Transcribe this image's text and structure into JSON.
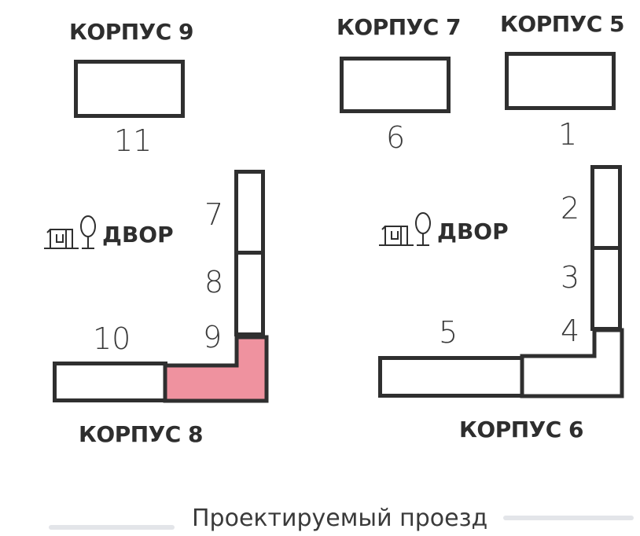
{
  "buildings": {
    "k9": "КОРПУС 9",
    "k7": "КОРПУС 7",
    "k5": "КОРПУС 5",
    "k8": "КОРПУС 8",
    "k6": "КОРПУС 6"
  },
  "sections": {
    "s1": "1",
    "s2": "2",
    "s3": "3",
    "s4": "4",
    "s5": "5",
    "s6": "6",
    "s7": "7",
    "s8": "8",
    "s9": "9",
    "s10": "10",
    "s11": "11"
  },
  "yard_label": "ДВОР",
  "road_label": "Проектируемый проезд",
  "highlight_color": "#ef929f"
}
